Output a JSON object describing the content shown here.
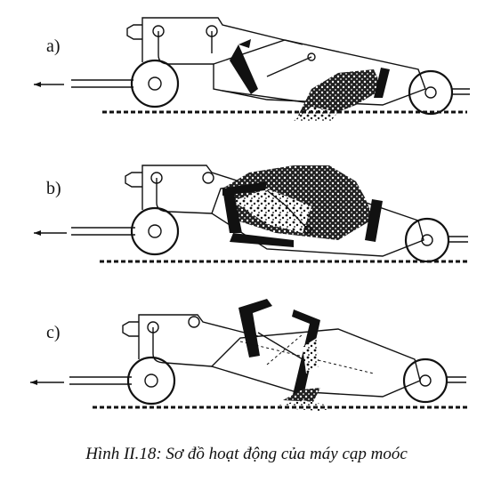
{
  "panels": [
    {
      "label": "a)"
    },
    {
      "label": "b)"
    },
    {
      "label": "c)"
    }
  ],
  "caption": "Hình II.18: Sơ đồ hoạt động của máy cạp moóc",
  "colors": {
    "ink": "#111111",
    "background": "#ffffff"
  }
}
